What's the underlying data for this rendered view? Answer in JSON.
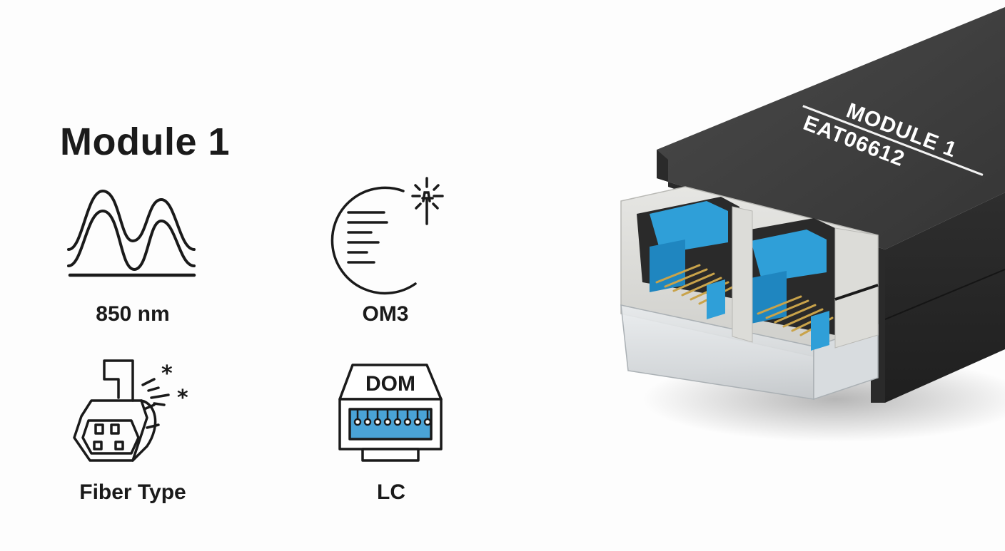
{
  "title": "Module 1",
  "specs": [
    {
      "id": "wavelength",
      "icon": "waveform-icon",
      "label": "850 nm"
    },
    {
      "id": "mode",
      "icon": "multimode-fiber-icon",
      "label": "OM3"
    },
    {
      "id": "fiber",
      "icon": "fiber-connector-icon",
      "label": "Fiber Type"
    },
    {
      "id": "connector",
      "icon": "dom-transceiver-icon",
      "label": "LC",
      "icon_text": "DOM"
    }
  ],
  "module": {
    "engraving_line1": "MODULE 1",
    "engraving_line2": "EAT06612",
    "port_count": 2
  },
  "colors": {
    "background": "#fdfdfd",
    "text": "#1a1a1a",
    "housing": "#3a3a3a",
    "housing_dark": "#262626",
    "port_frame": "#dcdcd8",
    "latch_blue": "#2f9fd8",
    "pin_gold": "#c9a34a",
    "icon_blue": "#4aa3d6"
  }
}
